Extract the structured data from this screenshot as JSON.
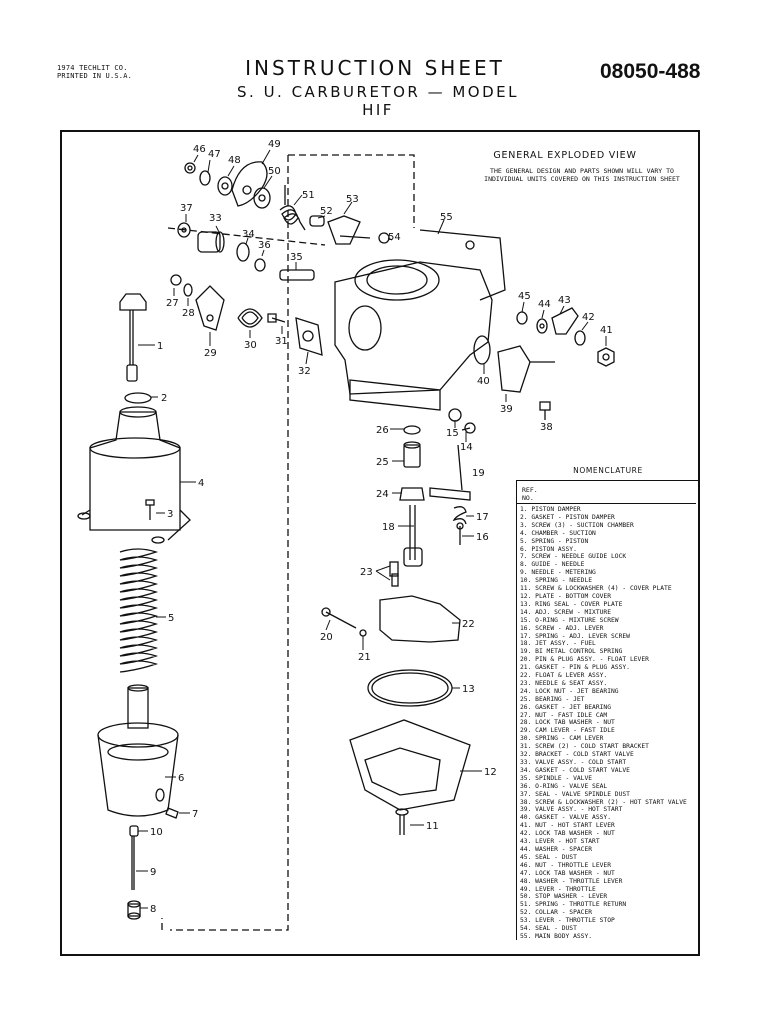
{
  "header": {
    "copyright_line1": "1974 TECHLIT CO.",
    "copyright_line2": "PRINTED IN U.S.A.",
    "title": "INSTRUCTION SHEET",
    "subtitle": "S. U. CARBURETOR — MODEL HIF",
    "part_number": "08050-488"
  },
  "diagram": {
    "title": "GENERAL EXPLODED VIEW",
    "note_line1": "THE GENERAL DESIGN AND PARTS SHOWN WILL VARY TO",
    "note_line2": "INDIVIDUAL UNITS COVERED ON THIS INSTRUCTION SHEET",
    "callouts": [
      "1",
      "2",
      "3",
      "4",
      "5",
      "6",
      "7",
      "8",
      "9",
      "10",
      "11",
      "12",
      "13",
      "14",
      "15",
      "16",
      "17",
      "18",
      "19",
      "20",
      "21",
      "22",
      "23",
      "24",
      "25",
      "26",
      "27",
      "28",
      "29",
      "30",
      "31",
      "32",
      "33",
      "34",
      "35",
      "36",
      "37",
      "38",
      "39",
      "40",
      "41",
      "42",
      "43",
      "44",
      "45",
      "46",
      "47",
      "48",
      "49",
      "50",
      "51",
      "52",
      "53",
      "54",
      "55"
    ]
  },
  "nomenclature": {
    "title": "NOMENCLATURE",
    "ref_line1": "REF.",
    "ref_line2": "NO.",
    "items": [
      "1. PISTON DAMPER",
      "2. GASKET - PISTON DAMPER",
      "3. SCREW (3) - SUCTION CHAMBER",
      "4. CHAMBER - SUCTION",
      "5. SPRING - PISTON",
      "6. PISTON ASSY.",
      "7. SCREW - NEEDLE GUIDE LOCK",
      "8. GUIDE - NEEDLE",
      "9. NEEDLE - METERING",
      "10. SPRING - NEEDLE",
      "11. SCREW & LOCKWASHER (4) - COVER PLATE",
      "12. PLATE - BOTTOM COVER",
      "13. RING SEAL - COVER PLATE",
      "14. ADJ. SCREW - MIXTURE",
      "15. O-RING - MIXTURE SCREW",
      "16. SCREW - ADJ. LEVER",
      "17. SPRING - ADJ. LEVER SCREW",
      "18. JET ASSY. - FUEL",
      "19. BI METAL CONTROL SPRING",
      "20. PIN & PLUG ASSY. - FLOAT LEVER",
      "21. GASKET - PIN & PLUG ASSY.",
      "22. FLOAT & LEVER ASSY.",
      "23. NEEDLE & SEAT ASSY.",
      "24. LOCK NUT - JET BEARING",
      "25. BEARING - JET",
      "26. GASKET - JET BEARING",
      "27. NUT - FAST IDLE CAM",
      "28. LOCK TAB WASHER - NUT",
      "29. CAM LEVER - FAST IDLE",
      "30. SPRING - CAM LEVER",
      "31. SCREW (2) - COLD START BRACKET",
      "32. BRACKET - COLD START VALVE",
      "33. VALVE ASSY. - COLD START",
      "34. GASKET - COLD START VALVE",
      "35. SPINDLE - VALVE",
      "36. O-RING - VALVE SEAL",
      "37. SEAL - VALVE SPINDLE DUST",
      "38. SCREW & LOCKWASHER (2) - HOT START VALVE",
      "39. VALVE ASSY. - HOT START",
      "40. GASKET - VALVE ASSY.",
      "41. NUT - HOT START LEVER",
      "42. LOCK TAB WASHER - NUT",
      "43. LEVER - HOT START",
      "44. WASHER - SPACER",
      "45. SEAL - DUST",
      "46. NUT - THROTTLE LEVER",
      "47. LOCK TAB WASHER - NUT",
      "48. WASHER - THROTTLE LEVER",
      "49. LEVER - THROTTLE",
      "50. STOP WASHER - LEVER",
      "51. SPRING - THROTTLE RETURN",
      "52. COLLAR - SPACER",
      "53. LEVER - THROTTLE STOP",
      "54. SEAL - DUST",
      "55. MAIN BODY ASSY."
    ]
  }
}
